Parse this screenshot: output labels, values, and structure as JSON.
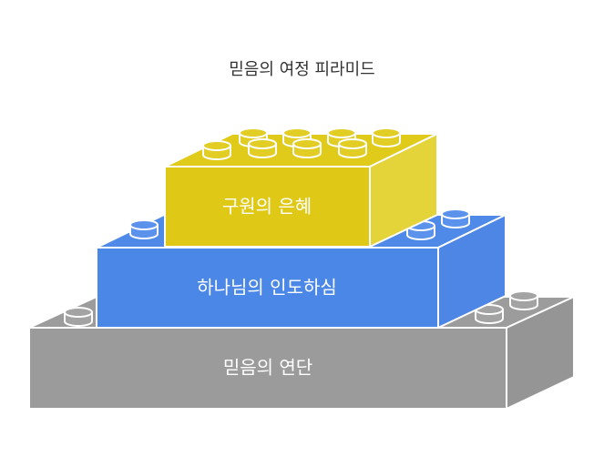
{
  "title": "믿음의 여정 피라미드",
  "levels": [
    {
      "label": "구원의 은혜",
      "color": "#dfc916",
      "side_color": "#e7d439",
      "stroke": "#ffffff"
    },
    {
      "label": "하나님의 인도하심",
      "color": "#4b87e6",
      "side_color": "#4f8ae8",
      "stroke": "#ffffff"
    },
    {
      "label": "믿음의 연단",
      "color": "#9b9b9b",
      "side_color": "#979797",
      "stroke": "#ffffff"
    }
  ]
}
